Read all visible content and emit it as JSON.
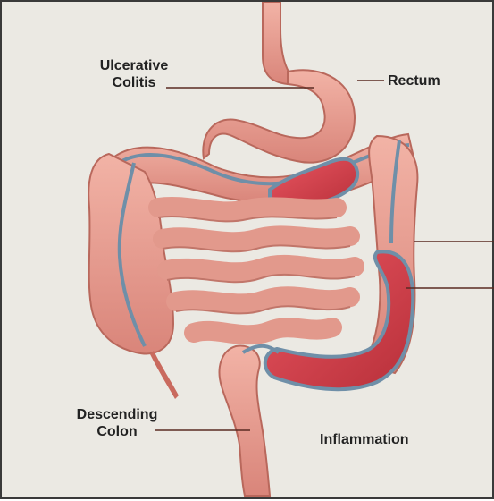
{
  "labels": {
    "ulcerative_colitis_line1": "Ulcerative",
    "ulcerative_colitis_line2": "Colitis",
    "rectum": "Rectum",
    "descending_colon_line1": "Descending",
    "descending_colon_line2": "Colon",
    "inflammation": "Inflammation"
  },
  "colors": {
    "background": "#ebe9e3",
    "tissue": "#e89a8c",
    "tissue_dark": "#c96a5e",
    "inflamed": "#d6404a",
    "lining": "#6f8fa8",
    "leader_line": "#5a2a22"
  }
}
